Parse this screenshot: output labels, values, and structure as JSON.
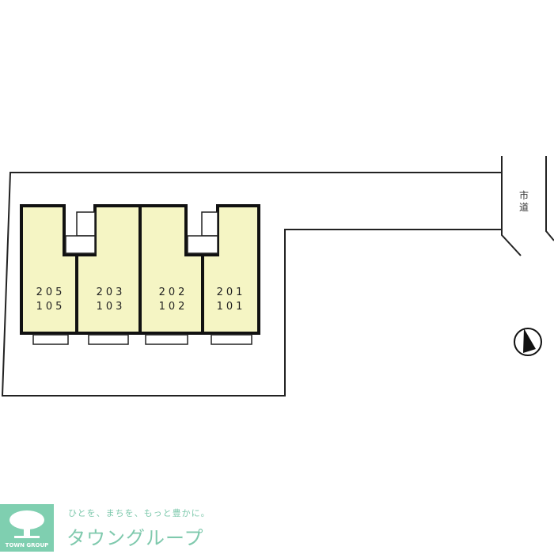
{
  "units": [
    {
      "upper": "205",
      "lower": "105"
    },
    {
      "upper": "203",
      "lower": "103"
    },
    {
      "upper": "202",
      "lower": "102"
    },
    {
      "upper": "201",
      "lower": "101"
    }
  ],
  "road_label": "市道",
  "colors": {
    "unit_fill": "#f5f5c4",
    "brand": "#7fc9ad"
  },
  "logo": {
    "caption": "TOWN GROUP",
    "tagline": "ひとを、まちを、もっと豊かに。",
    "brand_name": "タウングループ"
  }
}
